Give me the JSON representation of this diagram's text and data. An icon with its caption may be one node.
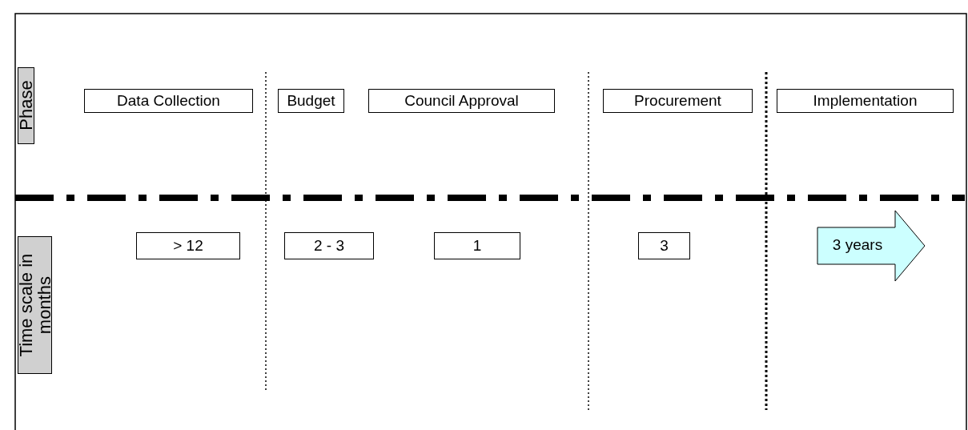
{
  "diagram": {
    "nodes": [
      {
        "text": [
          "Phase"
        ]
      },
      {
        "text": [
          "Data Collection"
        ]
      },
      {
        "text": [
          "Budget"
        ]
      },
      {
        "text": [
          "Council Approval"
        ]
      },
      {
        "text": [
          "Procurement"
        ]
      },
      {
        "text": [
          "Implementation"
        ]
      },
      {
        "text": [
          "Time scale in months"
        ]
      },
      {
        "text": [
          "> 12"
        ]
      },
      {
        "text": [
          "2 - 3"
        ]
      },
      {
        "text": [
          "1"
        ]
      },
      {
        "text": [
          "3"
        ]
      },
      {
        "text": [
          "3 years"
        ]
      }
    ],
    "edges": []
  }
}
